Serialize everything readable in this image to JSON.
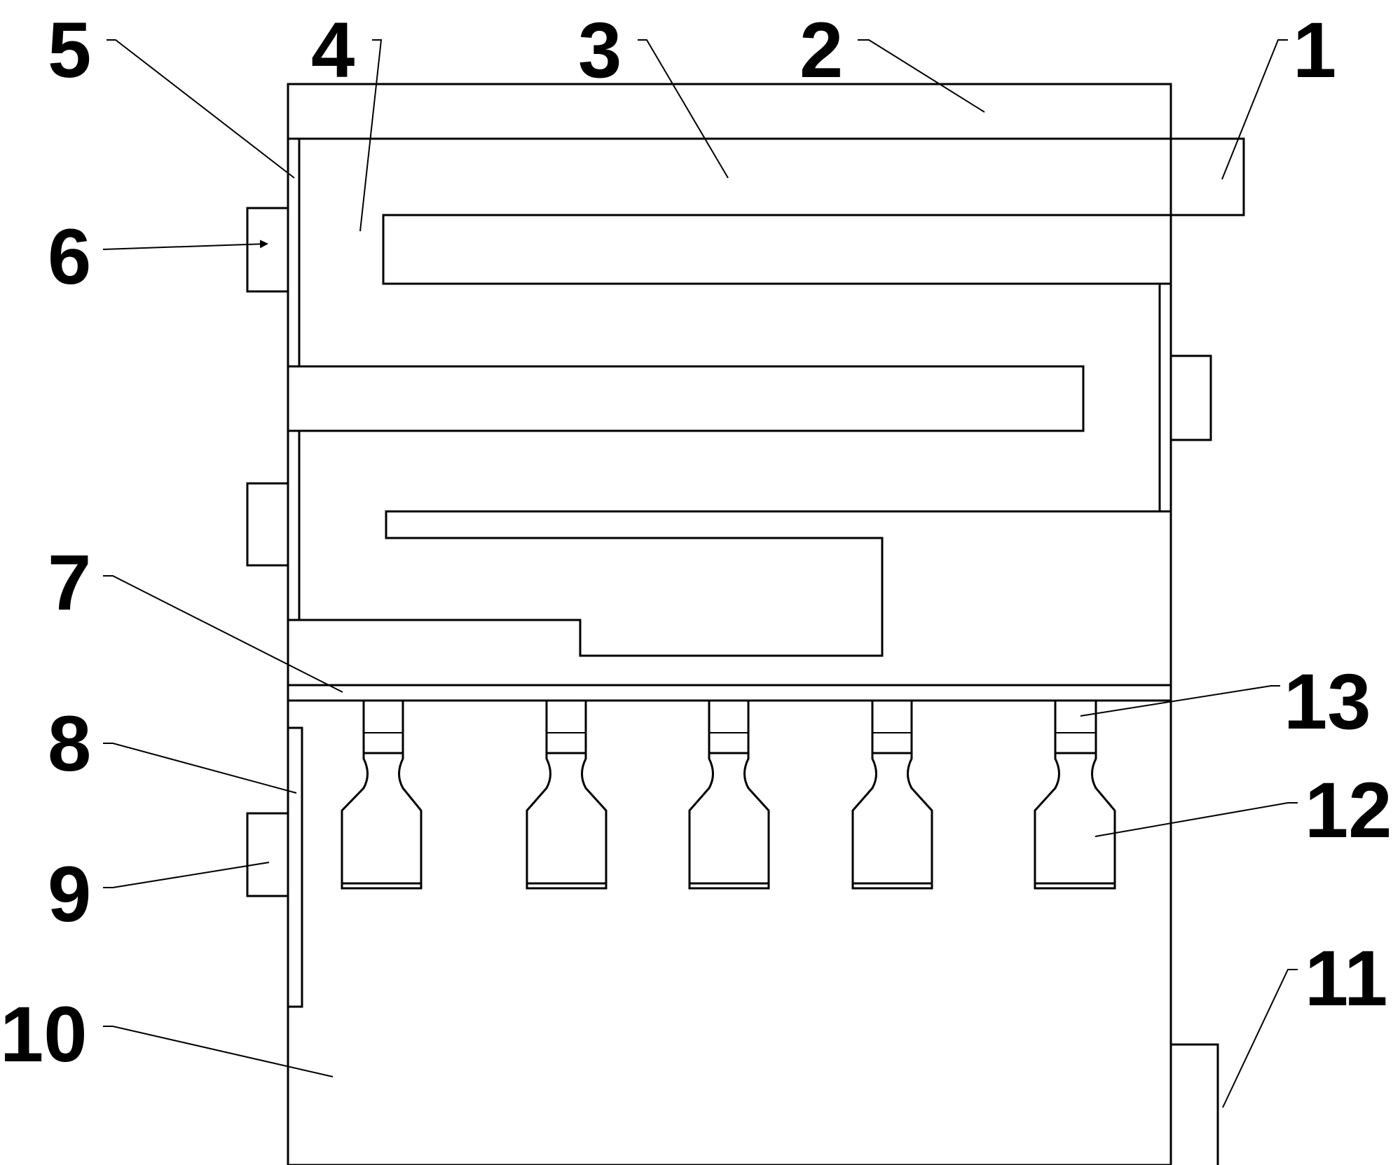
{
  "diagram": {
    "type": "patent-line-drawing",
    "stroke_color": "#000000",
    "background_color": "#ffffff",
    "labels": [
      {
        "id": "5",
        "text": "5"
      },
      {
        "id": "4",
        "text": "4"
      },
      {
        "id": "3",
        "text": "3"
      },
      {
        "id": "2",
        "text": "2"
      },
      {
        "id": "1",
        "text": "1"
      },
      {
        "id": "6",
        "text": "6"
      },
      {
        "id": "7",
        "text": "7"
      },
      {
        "id": "13",
        "text": "13"
      },
      {
        "id": "8",
        "text": "8"
      },
      {
        "id": "12",
        "text": "12"
      },
      {
        "id": "9",
        "text": "9"
      },
      {
        "id": "10",
        "text": "10"
      },
      {
        "id": "11",
        "text": "11"
      }
    ]
  }
}
